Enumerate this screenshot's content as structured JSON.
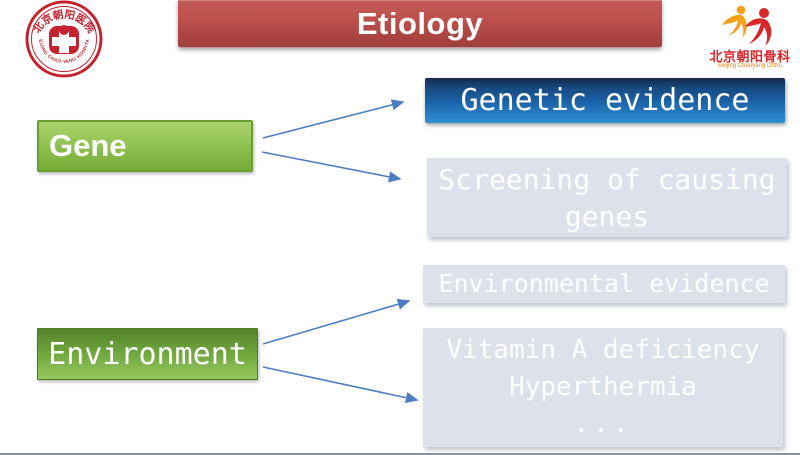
{
  "header": {
    "title": "Etiology"
  },
  "hospital_logo": {
    "arc_top_text": "北京朝阳医院",
    "arc_bottom_text": "BEIJING CHAO-YANG HOSPITAL"
  },
  "ortho_logo": {
    "cn_text": "北京朝阳骨科",
    "en_text": "Beijing Chaoyang Ortho"
  },
  "diagram": {
    "gene": {
      "source_label": "Gene",
      "evidence_label": "Genetic evidence",
      "screening_line1": "Screening of causing",
      "screening_line2": "genes"
    },
    "environment": {
      "source_label": "Environment",
      "evidence_label": "Environmental evidence",
      "factors_line1": "Vitamin A deficiency",
      "factors_line2": "Hyperthermia",
      "factors_line3": "..."
    }
  },
  "colors": {
    "banner_red": "#b5504c",
    "evidence_blue": "#1f6cb5",
    "gene_green_light": "#92c353",
    "environment_green": "#6fa63e",
    "panel_lavender": "#dde1ec",
    "arrow_blue": "#4d7ec2",
    "logo_red": "#c5212f",
    "ortho_yellow": "#f6a01a",
    "ortho_red": "#d8262b"
  }
}
